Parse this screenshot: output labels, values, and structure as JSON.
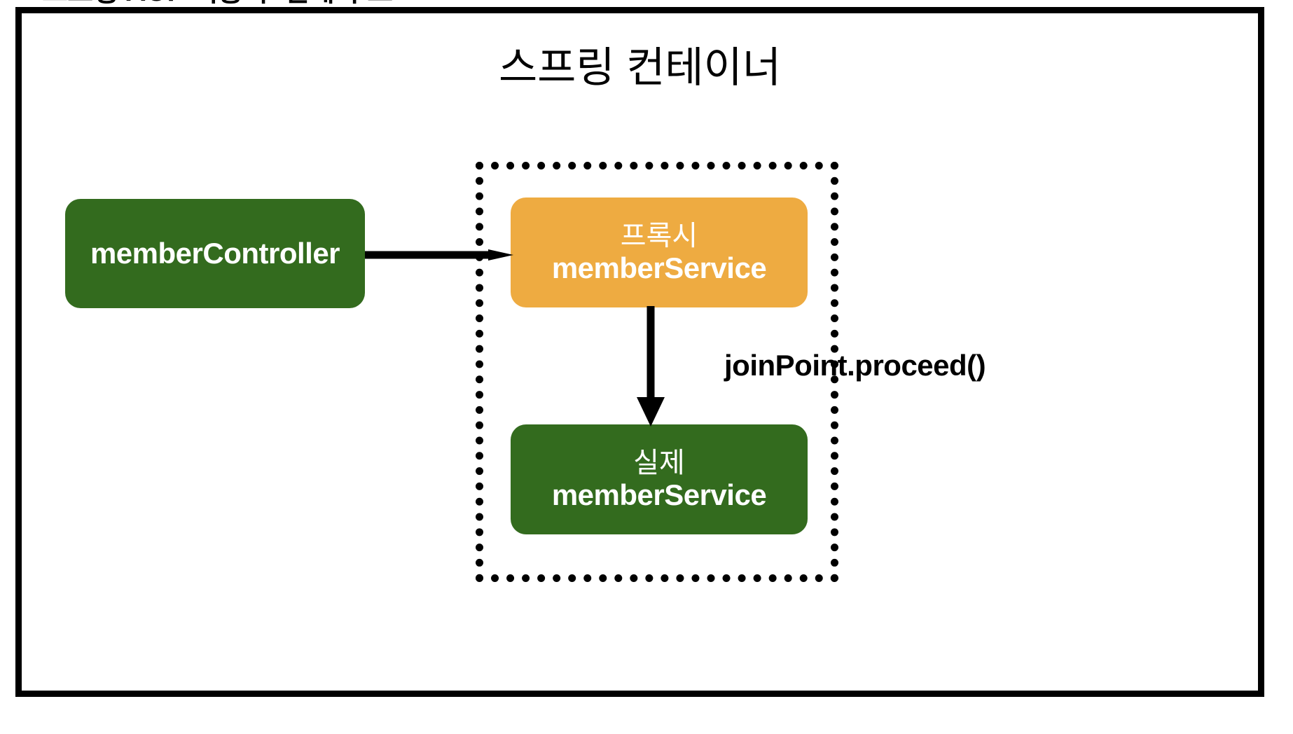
{
  "slide": {
    "clipped_heading": "스프링 AOP 적용 후 전체 구조",
    "container_title": "스프링 컨테이너"
  },
  "colors": {
    "green": "#336b1e",
    "orange": "#eeab41",
    "black": "#000000",
    "white": "#ffffff"
  },
  "nodes": {
    "member_controller": {
      "label": "memberController"
    },
    "proxy_member_service": {
      "line_kr": "프록시",
      "line_en": "memberService"
    },
    "real_member_service": {
      "line_kr": "실제",
      "line_en": "memberService"
    }
  },
  "annotations": {
    "proceed": "joinPoint.proceed()"
  },
  "edges": [
    {
      "name": "controller-to-proxy",
      "from": "memberController",
      "to": "프록시 memberService",
      "direction": "right"
    },
    {
      "name": "proxy-to-real",
      "from": "프록시 memberService",
      "to": "실제 memberService",
      "direction": "down",
      "label": "joinPoint.proceed()"
    }
  ]
}
